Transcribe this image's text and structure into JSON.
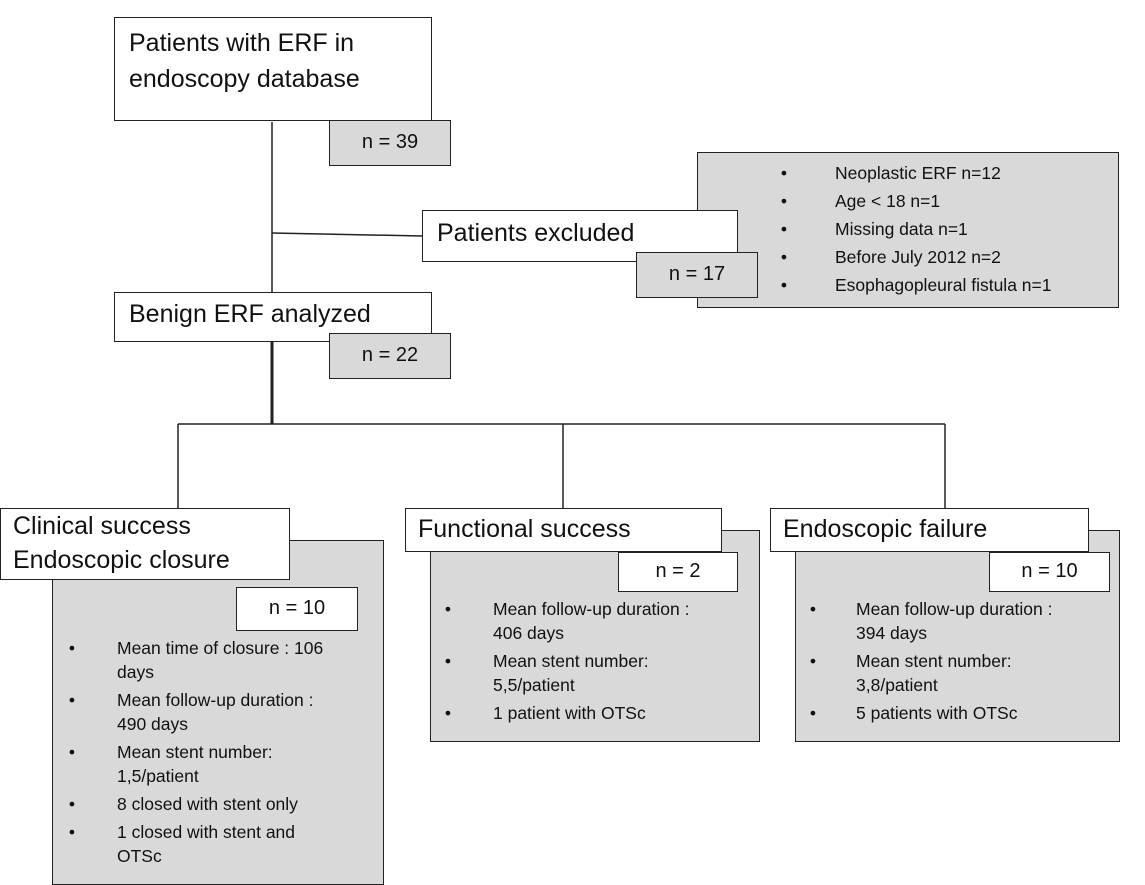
{
  "start": {
    "label_line1": "Patients with ERF in",
    "label_line2": "endoscopy database",
    "count": "n = 39"
  },
  "excluded": {
    "label": "Patients excluded",
    "count": "n = 17",
    "reasons": [
      "Neoplastic ERF n=12",
      "Age < 18 n=1",
      "Missing data n=1",
      "Before July 2012 n=2",
      "Esophagopleural fistula n=1"
    ]
  },
  "analyzed": {
    "label": "Benign ERF analyzed",
    "count": "n = 22"
  },
  "outcomes": [
    {
      "title_line1": "Clinical success",
      "title_line2": "Endoscopic closure",
      "count": "n = 10",
      "details": [
        [
          "Mean time of closure : 106",
          "days"
        ],
        [
          "Mean follow-up duration :",
          "490 days"
        ],
        [
          "Mean stent number:",
          "1,5/patient"
        ],
        [
          "8 closed with stent only"
        ],
        [
          "1 closed with stent and",
          "OTSc"
        ]
      ]
    },
    {
      "title_line1": "Functional success",
      "count": "n = 2",
      "details": [
        [
          "Mean follow-up duration :",
          "406 days"
        ],
        [
          "Mean stent number:",
          "5,5/patient"
        ],
        [
          "1 patient with OTSc"
        ]
      ]
    },
    {
      "title_line1": "Endoscopic failure",
      "count": "n = 10",
      "details": [
        [
          "Mean follow-up duration :",
          "394 days"
        ],
        [
          "Mean stent number:",
          "3,8/patient"
        ],
        [
          "5 patients with OTSc"
        ]
      ]
    }
  ],
  "bullet_glyph": "•",
  "colors": {
    "box_gray": "#d9d9d9",
    "border": "#222222"
  }
}
